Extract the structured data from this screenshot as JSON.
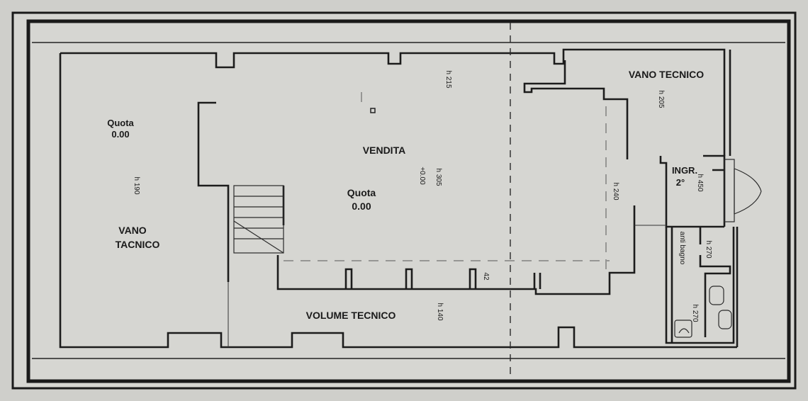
{
  "rooms": {
    "vano_tacnico": [
      "VANO",
      "TACNICO"
    ],
    "quota_left": [
      "Quota",
      "0.00"
    ],
    "h190": "h 190",
    "vendita": "VENDITA",
    "quota_center": [
      "Quota",
      "0.00"
    ],
    "h305": "h 305",
    "plus000": "+0.00",
    "h215": "h 215",
    "h240": "h 240",
    "h140": "h 140",
    "volume_tecnico": "VOLUME TECNICO",
    "vano_tecnico": "VANO TECNICO",
    "h205": "h 205",
    "ingr": [
      "INGR.",
      "2°"
    ],
    "h450": "h 450",
    "anti_bagno": "anti bagno",
    "h270a": "h 270",
    "h270b": "h 270",
    "label_42": "42"
  }
}
